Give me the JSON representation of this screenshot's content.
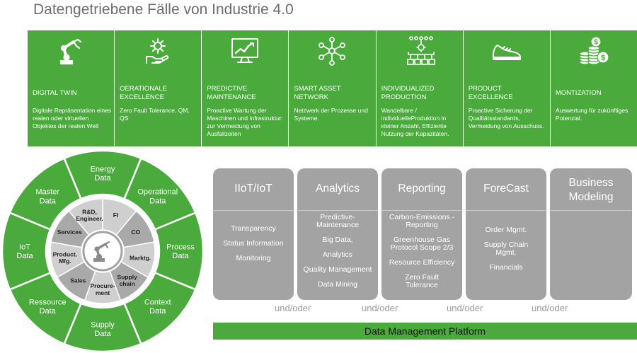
{
  "title": "Datengetriebene Fälle von Industrie 4.0",
  "colors": {
    "green": "#4aab3c",
    "gray": "#a3a3a3",
    "light_gray": "#cfcfcf",
    "title_gray": "#6d6d6d"
  },
  "cards": [
    {
      "icon": "robot-arm-icon",
      "title": "DIGITAL TWIN",
      "desc": "Digitale Repräsentation eines realen oder virtuellen Objektes der realen Welt"
    },
    {
      "icon": "gear-hand-icon",
      "title": "OERATIONALE EXCELLENCE",
      "desc": "Zero Fault Tolerance, QM, QS"
    },
    {
      "icon": "monitor-chart-icon",
      "title": "PREDICTIVE MAINTENANCE",
      "desc": "Proactive Wartung der Maschinen und Infrastruktur: zur Vermeidung von Ausfallzeiten"
    },
    {
      "icon": "network-icon",
      "title": "SMART ASSET NETWORK",
      "desc": "Netzwerk der Prozesse und Systeme."
    },
    {
      "icon": "process-flow-icon",
      "title": "INDIVIDUALIZED PRODUCTION",
      "desc": "Wandelbare / individuelleProduktion in kleiner Anzahl, Effiziente Nutzung der Kapazitäten."
    },
    {
      "icon": "shoe-icon",
      "title": "PRODUCT EXCELLENCE",
      "desc": "Proactive Sicherung der Qualitätsstandards, Vermeidung von Ausschuss."
    },
    {
      "icon": "coins-dollar-icon",
      "title": "MONTIZATION",
      "desc": "Auswertung für zukünftiges Potenzial."
    }
  ],
  "wheel": {
    "outer": [
      {
        "l1": "Energy",
        "l2": "Data"
      },
      {
        "l1": "Operational",
        "l2": "Data"
      },
      {
        "l1": "Process",
        "l2": "Data"
      },
      {
        "l1": "Context",
        "l2": "Data"
      },
      {
        "l1": "Supply",
        "l2": "Data"
      },
      {
        "l1": "Ressource",
        "l2": "Data"
      },
      {
        "l1": "IoT",
        "l2": "Data"
      },
      {
        "l1": "Master",
        "l2": "Data"
      }
    ],
    "inner": [
      {
        "l1": "FI",
        "l2": ""
      },
      {
        "l1": "CO",
        "l2": ""
      },
      {
        "l1": "Marktg.",
        "l2": ""
      },
      {
        "l1": "Supply",
        "l2": "chain"
      },
      {
        "l1": "Procure-",
        "l2": "ment"
      },
      {
        "l1": "Sales",
        "l2": ""
      },
      {
        "l1": "Product.",
        "l2": "Mfg."
      },
      {
        "l1": "Services",
        "l2": ""
      },
      {
        "l1": "R&D,",
        "l2": "Engineer."
      }
    ],
    "center_icon": "robot-arm-icon"
  },
  "pillars": [
    {
      "h1": "IIoT/IoT",
      "h2": "",
      "items": [
        "Transparency",
        "Status Information",
        "Monitoring"
      ]
    },
    {
      "h1": "Analytics",
      "h2": "",
      "items": [
        "Predictive-Maintenance",
        "Big Data,",
        "Analytics",
        "Quality Management",
        "Data Mining"
      ]
    },
    {
      "h1": "Reporting",
      "h2": "",
      "items": [
        "Carbon-Emissions -Reporting",
        "Greenhouse Gas Protocol Scope 2/3",
        "Resource Efficiency",
        "Zero Fault Tolerance"
      ]
    },
    {
      "h1": "ForeCast",
      "h2": "",
      "items": [
        "Order Mgmt.",
        "Supply Chain Mgmt.",
        "Financials"
      ]
    },
    {
      "h1": "Business",
      "h2": "Modeling",
      "items": []
    }
  ],
  "connector": "und/oder",
  "platform": "Data Management Platform"
}
